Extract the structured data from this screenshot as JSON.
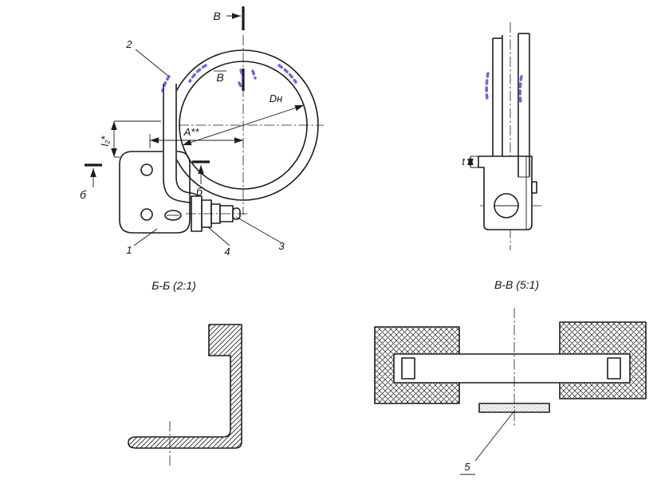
{
  "colors": {
    "line": "#1c1c1c",
    "highlight": "#2b2bc6",
    "background": "#ffffff"
  },
  "main_view": {
    "section_marker_top": "В",
    "section_marker_inner": "В",
    "section_marker_left": "б",
    "section_marker_center": "б",
    "dim_width": "A**",
    "dim_height": "l₂*",
    "dim_diameter": "Dн",
    "callout_1": "1",
    "callout_2": "2",
    "callout_3": "3",
    "callout_4": "4"
  },
  "side_view": {
    "dim_thickness": "t"
  },
  "section_bb": {
    "caption": "Б-Б (2:1)"
  },
  "section_vv": {
    "caption": "В-В (5:1)",
    "callout_5": "5"
  }
}
